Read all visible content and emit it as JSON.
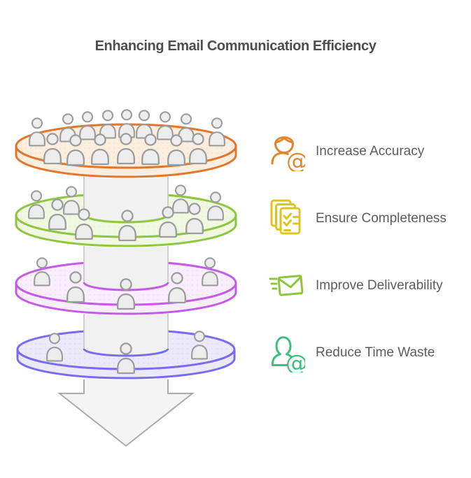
{
  "title": "Enhancing Email Communication Efficiency",
  "benefits": [
    {
      "label": "Increase Accuracy",
      "icon": "woman-at-icon",
      "color": "#E2862E"
    },
    {
      "label": "Ensure Completeness",
      "icon": "documents-checklist-icon",
      "color": "#DFC41E"
    },
    {
      "label": "Improve Deliverability",
      "icon": "sending-envelope-icon",
      "color": "#8CC63F"
    },
    {
      "label": "Reduce Time Waste",
      "icon": "person-at-icon",
      "color": "#3DBE7C"
    }
  ],
  "funnel": {
    "layers": [
      {
        "name": "layer-1-orange",
        "stroke": "#E2762B",
        "fill": "#FBEEDF",
        "people": 16
      },
      {
        "name": "layer-2-green",
        "stroke": "#8DC63F",
        "fill": "#F0F8E1",
        "people": 9
      },
      {
        "name": "layer-3-purple",
        "stroke": "#C45BE8",
        "fill": "#F9EFFC",
        "people": 5
      },
      {
        "name": "layer-4-blue",
        "stroke": "#7A6CF0",
        "fill": "#ECEAFA",
        "people": 3
      }
    ]
  },
  "colors": {
    "background": "#FFFFFF",
    "title_text": "#4E4E4E",
    "label_text": "#5C5C5C",
    "people_fill": "#EDEDED",
    "people_stroke": "#9C9C9C",
    "column_fill": "#F1F1F1",
    "column_edge": "#C4C4C4",
    "arrow_fill": "#F4F4F4",
    "arrow_stroke": "#ACACAC"
  }
}
